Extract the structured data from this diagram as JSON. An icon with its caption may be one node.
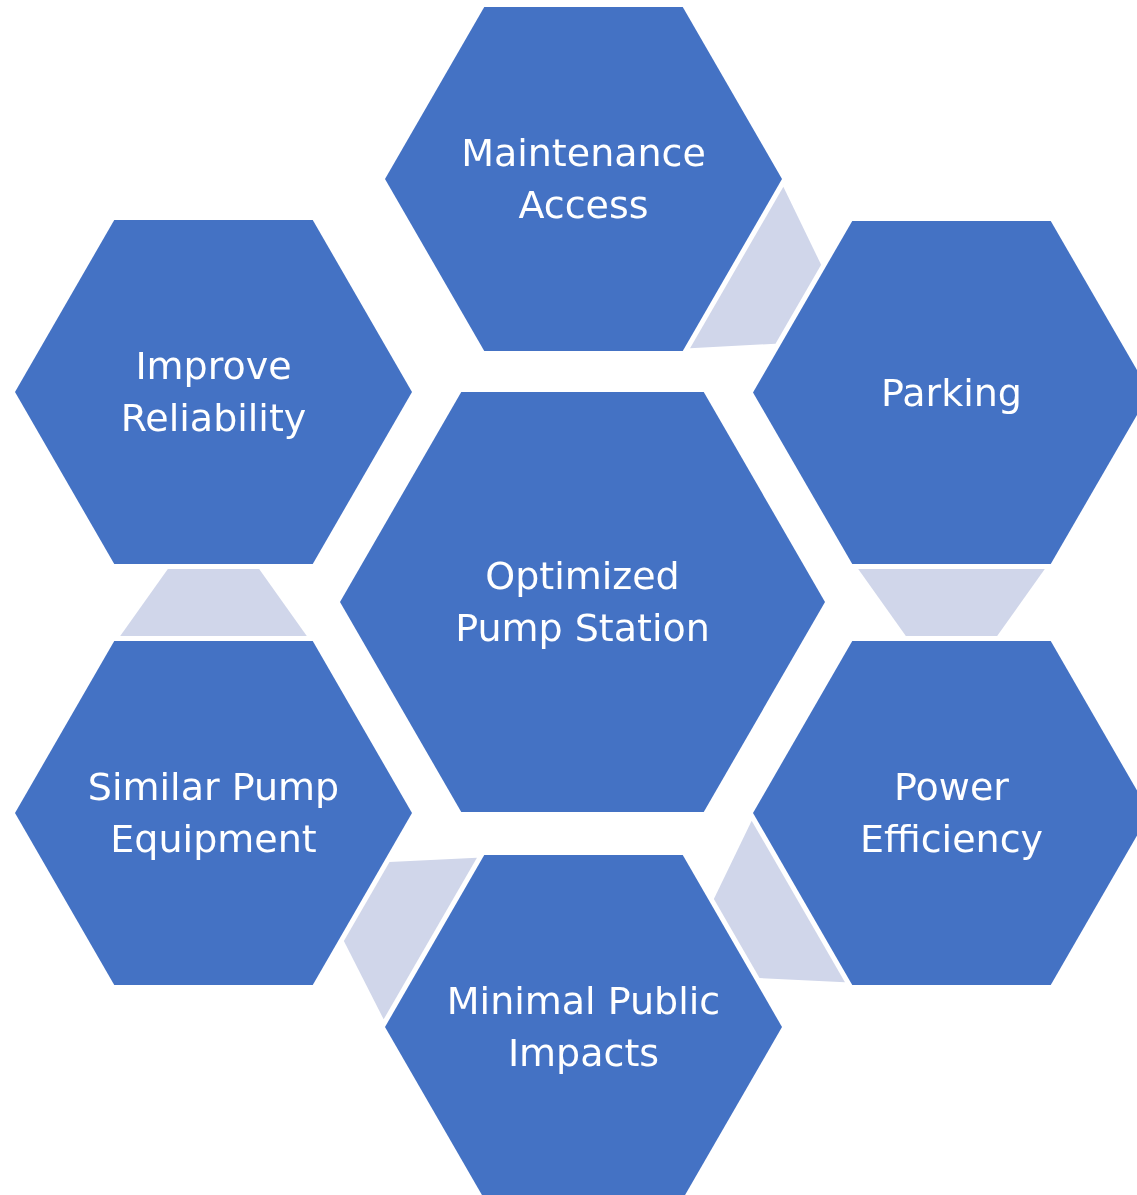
{
  "diagram": {
    "nodes": [
      {
        "text": [
          "Optimized Pump Station"
        ]
      },
      {
        "text": [
          "Maintenance Access"
        ]
      },
      {
        "text": [
          "Parking"
        ]
      },
      {
        "text": [
          "Power Efficiency"
        ]
      },
      {
        "text": [
          "Minimal Public Impacts"
        ]
      },
      {
        "text": [
          "Similar Pump Equipment"
        ]
      },
      {
        "text": [
          "Improve Reliability"
        ]
      }
    ],
    "edges": [
      {
        "from": 1,
        "to": 2,
        "arrow": "none",
        "style": "thick",
        "color": "#d0d6ea"
      },
      {
        "from": 2,
        "to": 3,
        "arrow": "none",
        "style": "thick",
        "color": "#d0d6ea"
      },
      {
        "from": 3,
        "to": 4,
        "arrow": "none",
        "style": "thick",
        "color": "#d0d6ea"
      },
      {
        "from": 4,
        "to": 5,
        "arrow": "none",
        "style": "thick",
        "color": "#d0d6ea"
      },
      {
        "from": 5,
        "to": 6,
        "arrow": "none",
        "style": "thick",
        "color": "#d0d6ea"
      }
    ]
  }
}
